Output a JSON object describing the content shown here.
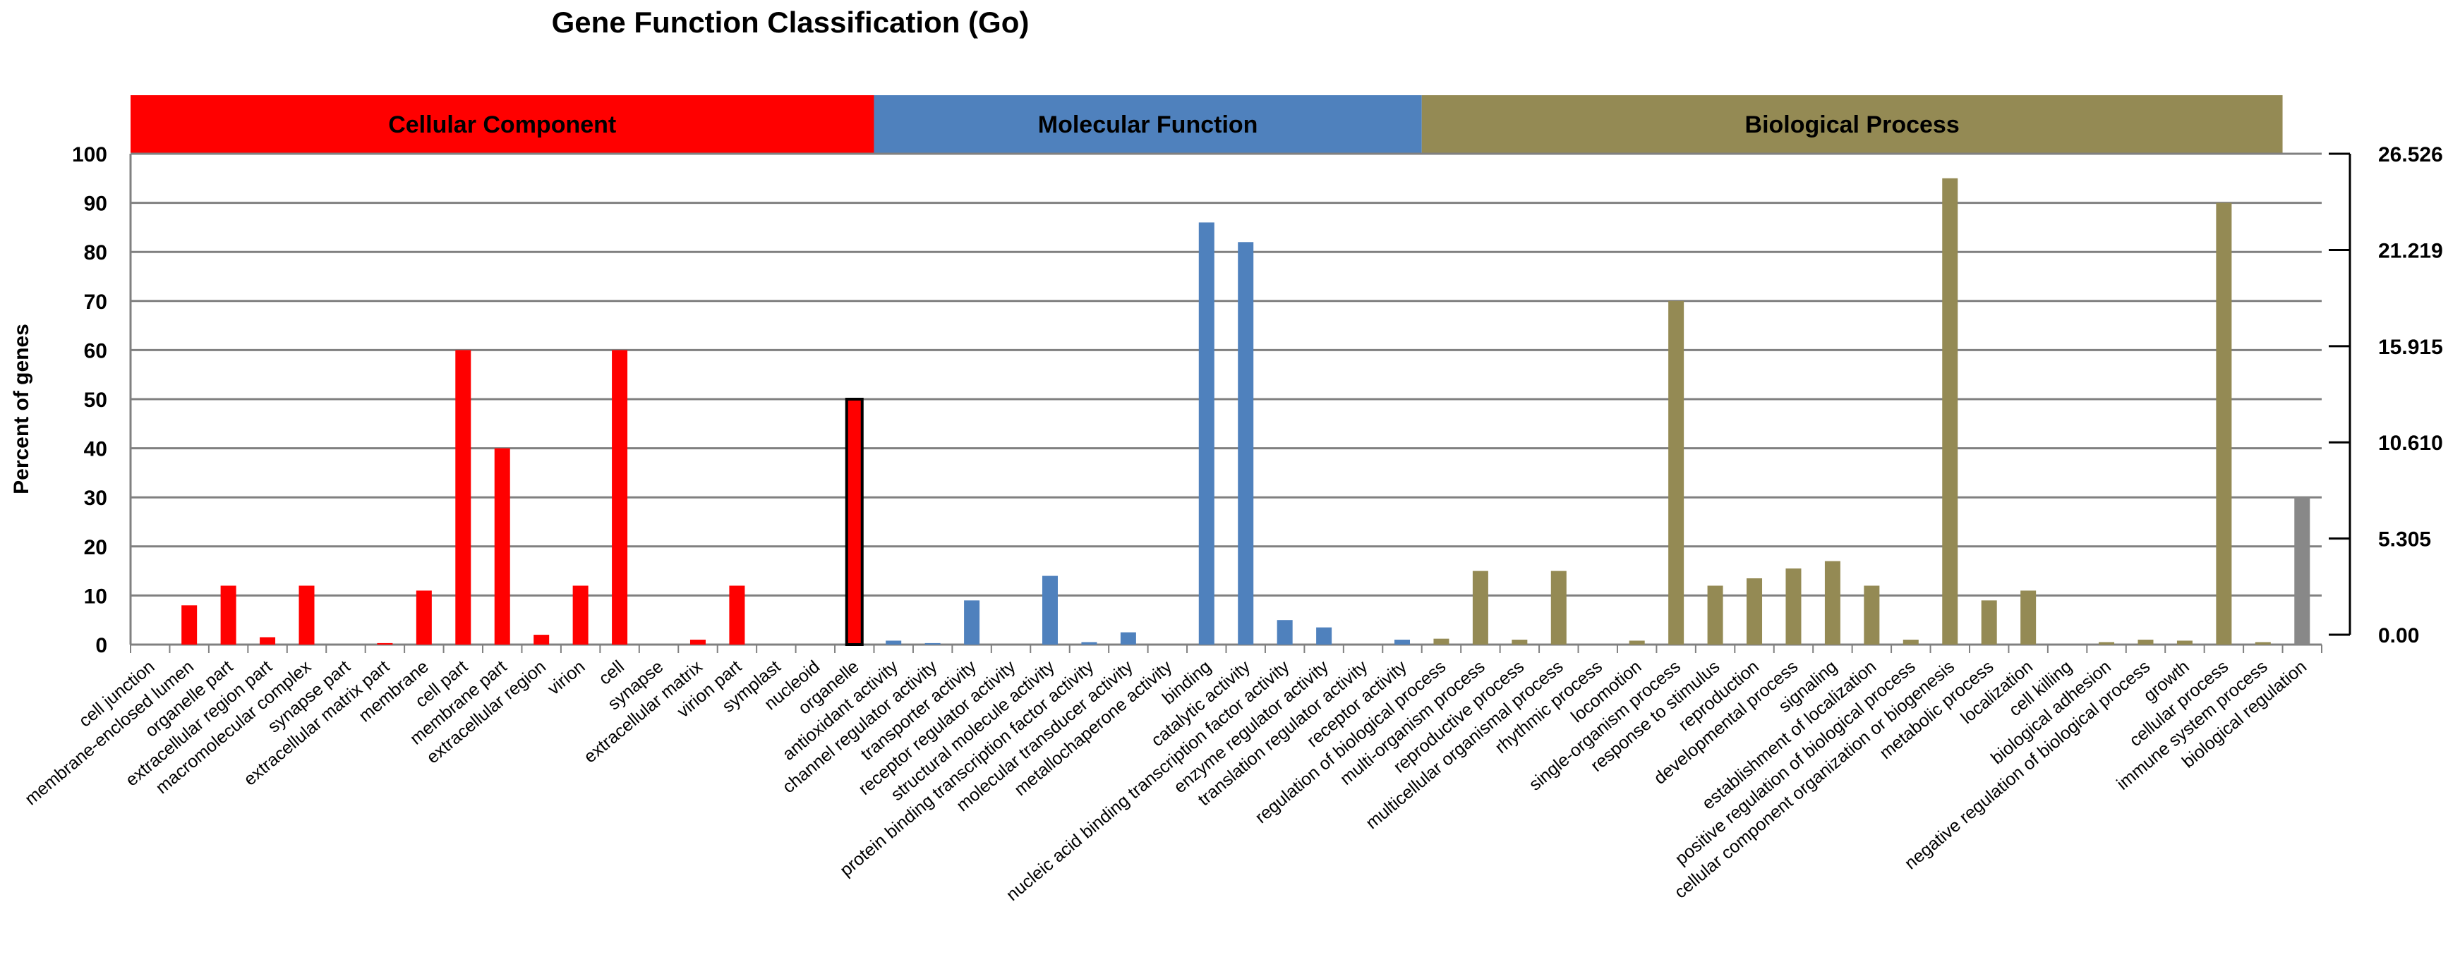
{
  "chart_data": {
    "type": "bar",
    "title": "Gene Function Classification (Go)",
    "ylabel": "Percent of genes",
    "ylim": [
      0,
      100
    ],
    "y_ticks": [
      "0",
      "10",
      "20",
      "30",
      "40",
      "50",
      "60",
      "70",
      "80",
      "90",
      "100"
    ],
    "right_axis_ticks": [
      "0.00",
      "5.305",
      "10.610",
      "15.915",
      "21.219",
      "26.526"
    ],
    "right_axis_range": [
      0,
      26.526
    ],
    "grid": true,
    "groups": [
      {
        "name": "Cellular Component",
        "color": "#ff0000",
        "start": 0,
        "end": 19
      },
      {
        "name": "Molecular Function",
        "color": "#4f81bd",
        "start": 19,
        "end": 33
      },
      {
        "name": "Biological Process",
        "color": "#948a54",
        "start": 33,
        "end": 55
      }
    ],
    "categories": [
      "cell junction",
      "membrane-enclosed lumen",
      "organelle part",
      "extracellular region part",
      "macromolecular complex",
      "synapse part",
      "extracellular matrix part",
      "membrane",
      "cell part",
      "membrane part",
      "extracellular region",
      "virion",
      "cell",
      "synapse",
      "extracellular matrix",
      "virion part",
      "symplast",
      "nucleoid",
      "organelle",
      "antioxidant activity",
      "channel regulator activity",
      "transporter activity",
      "receptor regulator activity",
      "structural molecule activity",
      "protein binding transcription factor activity",
      "molecular transducer activity",
      "metallochaperone activity",
      "binding",
      "catalytic activity",
      "nucleic acid binding transcription factor activity",
      "enzyme regulator activity",
      "translation regulator activity",
      "receptor activity",
      "regulation of biological process",
      "multi-organism process",
      "reproductive process",
      "multicellular organismal process",
      "rhythmic process",
      "locomotion",
      "single-organism process",
      "response to stimulus",
      "reproduction",
      "developmental process",
      "signaling",
      "establishment of localization",
      "positive regulation of biological process",
      "cellular component organization or biogenesis",
      "metabolic process",
      "localization",
      "cell killing",
      "biological adhesion",
      "negative regulation of biological process",
      "growth",
      "cellular process",
      "immune system process",
      "biological regulation"
    ],
    "values": [
      0,
      8,
      12,
      1.5,
      12,
      0,
      0.3,
      11,
      60,
      40,
      2,
      12,
      60,
      0,
      1,
      12,
      0,
      0,
      50,
      0.8,
      0.3,
      9,
      0,
      14,
      0.5,
      2.5,
      0,
      86,
      82,
      5,
      3.5,
      0,
      1,
      1.2,
      15,
      1,
      15,
      0,
      0.8,
      70,
      12,
      13.5,
      15.5,
      17,
      12,
      1,
      95,
      9,
      11,
      0,
      0.5,
      1,
      0.8,
      90,
      0.5,
      30
    ],
    "highlighted_category": "organelle"
  }
}
